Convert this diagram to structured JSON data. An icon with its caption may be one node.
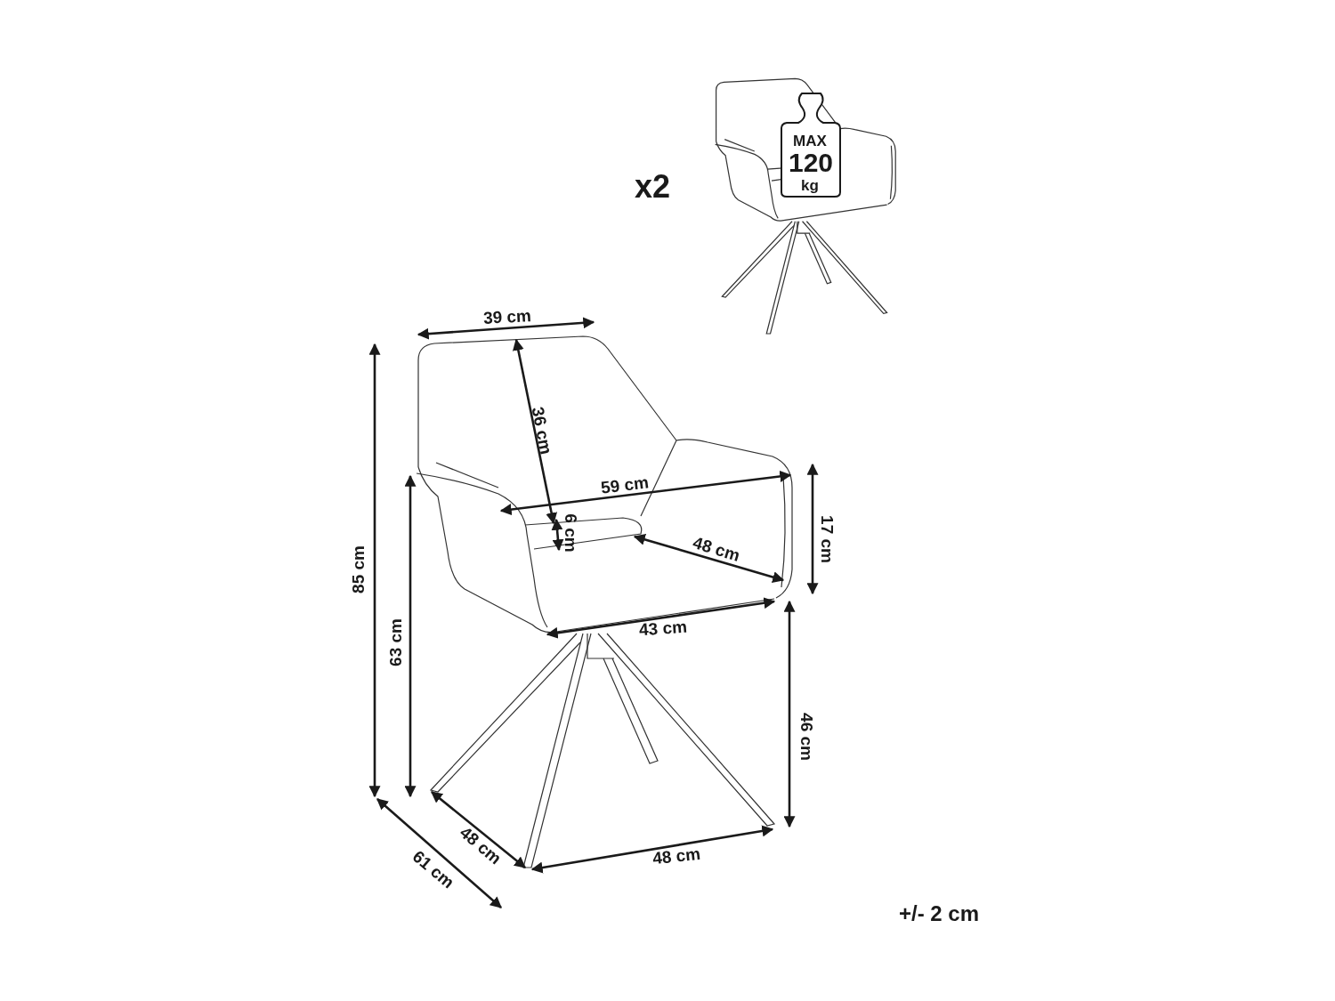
{
  "diagram": {
    "labels": [
      "x2",
      "MAX",
      "120",
      "kg",
      "39 cm",
      "36 cm",
      "59 cm",
      "6 cm",
      "17 cm",
      "48 cm",
      "85 cm",
      "63 cm",
      "43 cm",
      "46 cm",
      "48 cm",
      "61 cm",
      "48 cm",
      "+/- 2 cm"
    ]
  }
}
